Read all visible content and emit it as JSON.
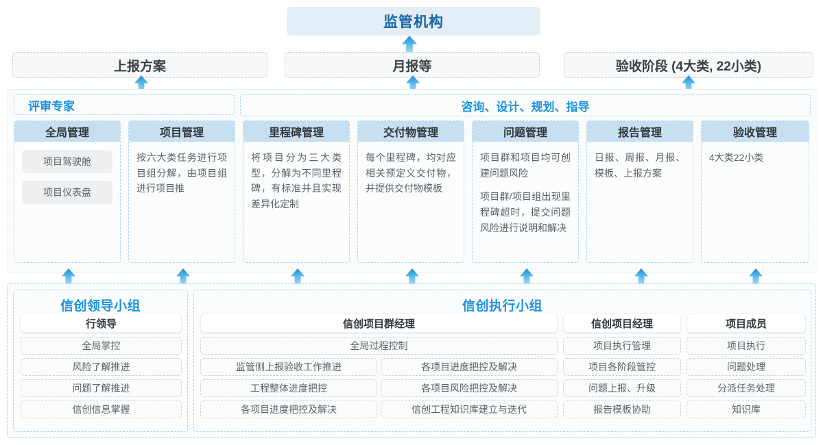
{
  "top": {
    "label": "监管机构"
  },
  "deliverables_row": [
    {
      "label": "上报方案"
    },
    {
      "label": "月报等"
    },
    {
      "label": "验收阶段 (4大类, 22小类)"
    }
  ],
  "middle": {
    "header_left": "评审专家",
    "header_right": "咨询、设计、规划、指导",
    "columns": [
      {
        "title": "全局管理",
        "tags": [
          "项目驾驶舱",
          "项目仪表盘"
        ],
        "paragraphs": []
      },
      {
        "title": "项目管理",
        "tags": [],
        "paragraphs": [
          "按六大类任务进行项目组分解，由项目组进行项目推"
        ]
      },
      {
        "title": "里程碑管理",
        "tags": [],
        "paragraphs": [
          "将项目分为三大类型，分解为不同里程碑，有标准并且实现差异化定制"
        ]
      },
      {
        "title": "交付物管理",
        "tags": [],
        "paragraphs": [
          "每个里程碑，均对应相关预定义交付物，并提供交付物模板"
        ]
      },
      {
        "title": "问题管理",
        "tags": [],
        "paragraphs": [
          "项目群和项目均可创建问题风险",
          "项目群/项目组出现里程碑超时，提交问题风险进行说明和解决"
        ]
      },
      {
        "title": "报告管理",
        "tags": [],
        "paragraphs": [
          "日报、周报、月报、模板、上报方案"
        ]
      },
      {
        "title": "验收管理",
        "tags": [],
        "paragraphs": [
          "4大类22小类"
        ]
      }
    ]
  },
  "bottom": {
    "leadership": {
      "title": "信创领导小组",
      "role": "行领导",
      "items": [
        "全局掌控",
        "风险了解推进",
        "问题了解推进",
        "信创信息掌握"
      ]
    },
    "execution": {
      "title": "信创执行小组",
      "program_manager": {
        "role": "信创项目群经理",
        "full_item": "全局过程控制",
        "items": [
          "监管侧上报验收工作推进",
          "各项目进度把控及解决",
          "工程整体进度把控",
          "各项目风险把控及解决",
          "各项目进度把控及解决",
          "信创工程知识库建立与迭代"
        ]
      },
      "project_manager": {
        "role": "信创项目经理",
        "items": [
          "项目执行管理",
          "项目各阶段管控",
          "问题上报、升级",
          "报告模板协助"
        ]
      },
      "members": {
        "role": "项目成员",
        "items": [
          "项目执行",
          "问题处理",
          "分派任务处理",
          "知识库"
        ]
      }
    }
  },
  "colors": {
    "accent_blue": "#1d92e0",
    "title_blue": "#1765a8",
    "header_fill": "#c5dff0",
    "top_fill": "#e3edf7",
    "arrow_top": "#1f8ecd",
    "arrow_bottom": "#a8d9f2"
  }
}
